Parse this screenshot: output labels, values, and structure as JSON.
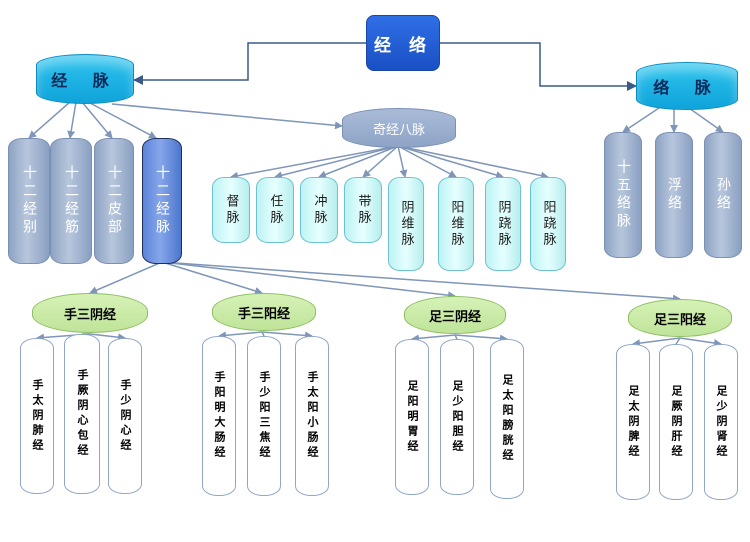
{
  "root": {
    "label": "经 络"
  },
  "jingmai": {
    "label": "经 脉",
    "children": [
      "十二经别",
      "十二经筋",
      "十二皮部",
      "十二经脉"
    ]
  },
  "luomai": {
    "label": "络 脉",
    "children": [
      "十五络脉",
      "浮络",
      "孙络"
    ]
  },
  "qijing": {
    "label": "奇经八脉",
    "children": [
      "督脉",
      "任脉",
      "冲脉",
      "带脉",
      "阴维脉",
      "阳维脉",
      "阴跷脉",
      "阳跷脉"
    ]
  },
  "groups": [
    {
      "label": "手三阴经",
      "children": [
        "手太阴肺经",
        "手厥阴心包经",
        "手少阴心经"
      ]
    },
    {
      "label": "手三阳经",
      "children": [
        "手阳明大肠经",
        "手少阳三焦经",
        "手太阳小肠经"
      ]
    },
    {
      "label": "足三阴经",
      "children": [
        "足阳明胃经",
        "足少阳胆经",
        "足太阳膀胱经"
      ]
    },
    {
      "label": "足三阳经",
      "children": [
        "足太阴脾经",
        "足厥阴肝经",
        "足少阴肾经"
      ]
    }
  ],
  "colors": {
    "root": "#1f5bd6",
    "level1": "#17b1e6",
    "grey_node": "#a3b5d0",
    "qijing_item": "#cdf7f7",
    "group": "#c9eaa6",
    "line": "#7f96b8",
    "root_line": "#3a5a8a"
  }
}
